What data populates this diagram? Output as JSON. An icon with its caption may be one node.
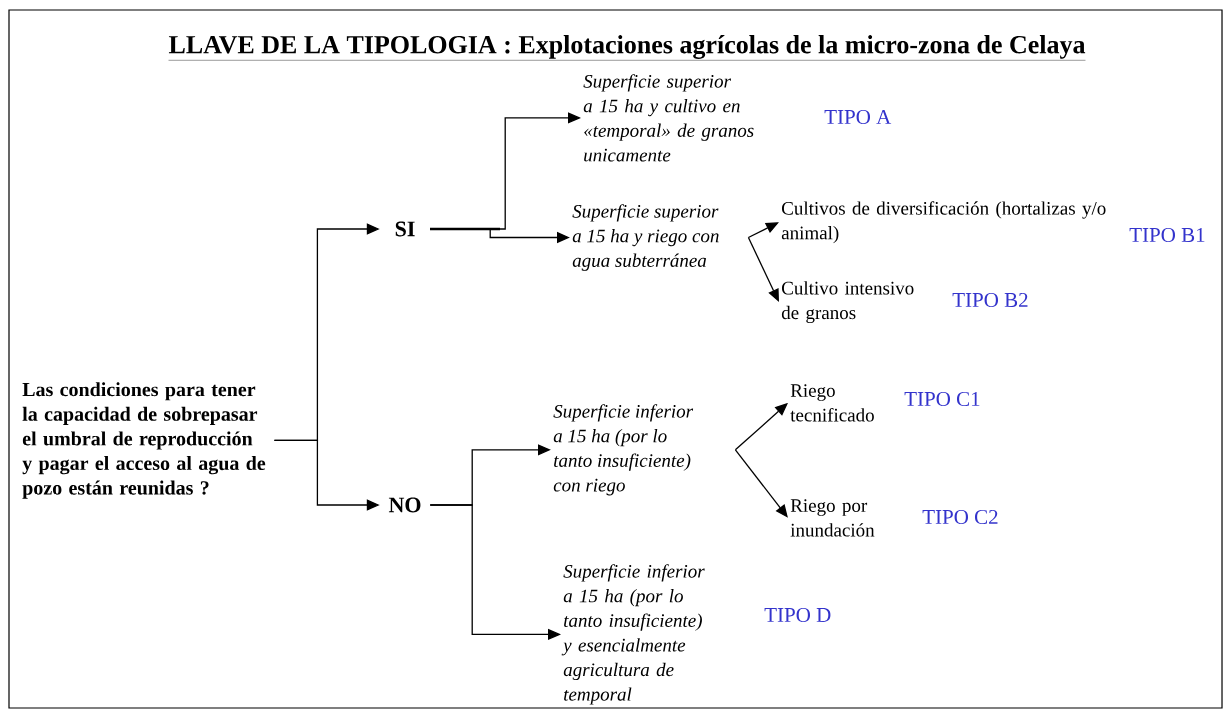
{
  "diagram": {
    "title": "LLAVE DE LA TIPOLOGIA : Explotaciones agrícolas de la micro-zona de Celaya",
    "nodes": [
      {
        "text": [
          "Las condiciones para tener la capacidad de sobrepasar el umbral de reproducción y pagar el acceso al agua de pozo están reunidas ?"
        ]
      },
      {
        "text": [
          "SI"
        ]
      },
      {
        "text": [
          "NO"
        ]
      },
      {
        "text": [
          "Superficie superior a 15 ha y cultivo en «temporal» de granos unicamente"
        ],
        "beside": [
          "TIPO A"
        ]
      },
      {
        "text": [
          "Superficie superior a 15 ha y riego con agua subterránea"
        ]
      },
      {
        "text": [
          "Cultivos de diversificación (hortalizas y/o animal)"
        ],
        "beside": [
          "TIPO B1"
        ]
      },
      {
        "text": [
          "Cultivo intensivo de granos"
        ],
        "beside": [
          "TIPO B2"
        ]
      },
      {
        "text": [
          "Superficie inferior a 15 ha (por lo tanto insuficiente) con riego"
        ]
      },
      {
        "text": [
          "Riego tecnificado"
        ],
        "beside": [
          "TIPO C1"
        ]
      },
      {
        "text": [
          "Riego por inundación"
        ],
        "beside": [
          "TIPO C2"
        ]
      },
      {
        "text": [
          "Superficie inferior a 15 ha (por lo tanto insuficiente) y esencialmente agricultura de temporal"
        ],
        "beside": [
          "TIPO D"
        ]
      }
    ],
    "edges": [
      {
        "from": 0,
        "to": 1,
        "arrow": "to"
      },
      {
        "from": 0,
        "to": 2,
        "arrow": "to"
      },
      {
        "from": 1,
        "to": 3,
        "arrow": "to"
      },
      {
        "from": 1,
        "to": 4,
        "arrow": "to"
      },
      {
        "from": 4,
        "to": 5,
        "arrow": "to"
      },
      {
        "from": 4,
        "to": 6,
        "arrow": "to"
      },
      {
        "from": 2,
        "to": 7,
        "arrow": "to"
      },
      {
        "from": 2,
        "to": 10,
        "arrow": "to"
      },
      {
        "from": 7,
        "to": 8,
        "arrow": "to"
      },
      {
        "from": 7,
        "to": 9,
        "arrow": "to"
      }
    ]
  }
}
